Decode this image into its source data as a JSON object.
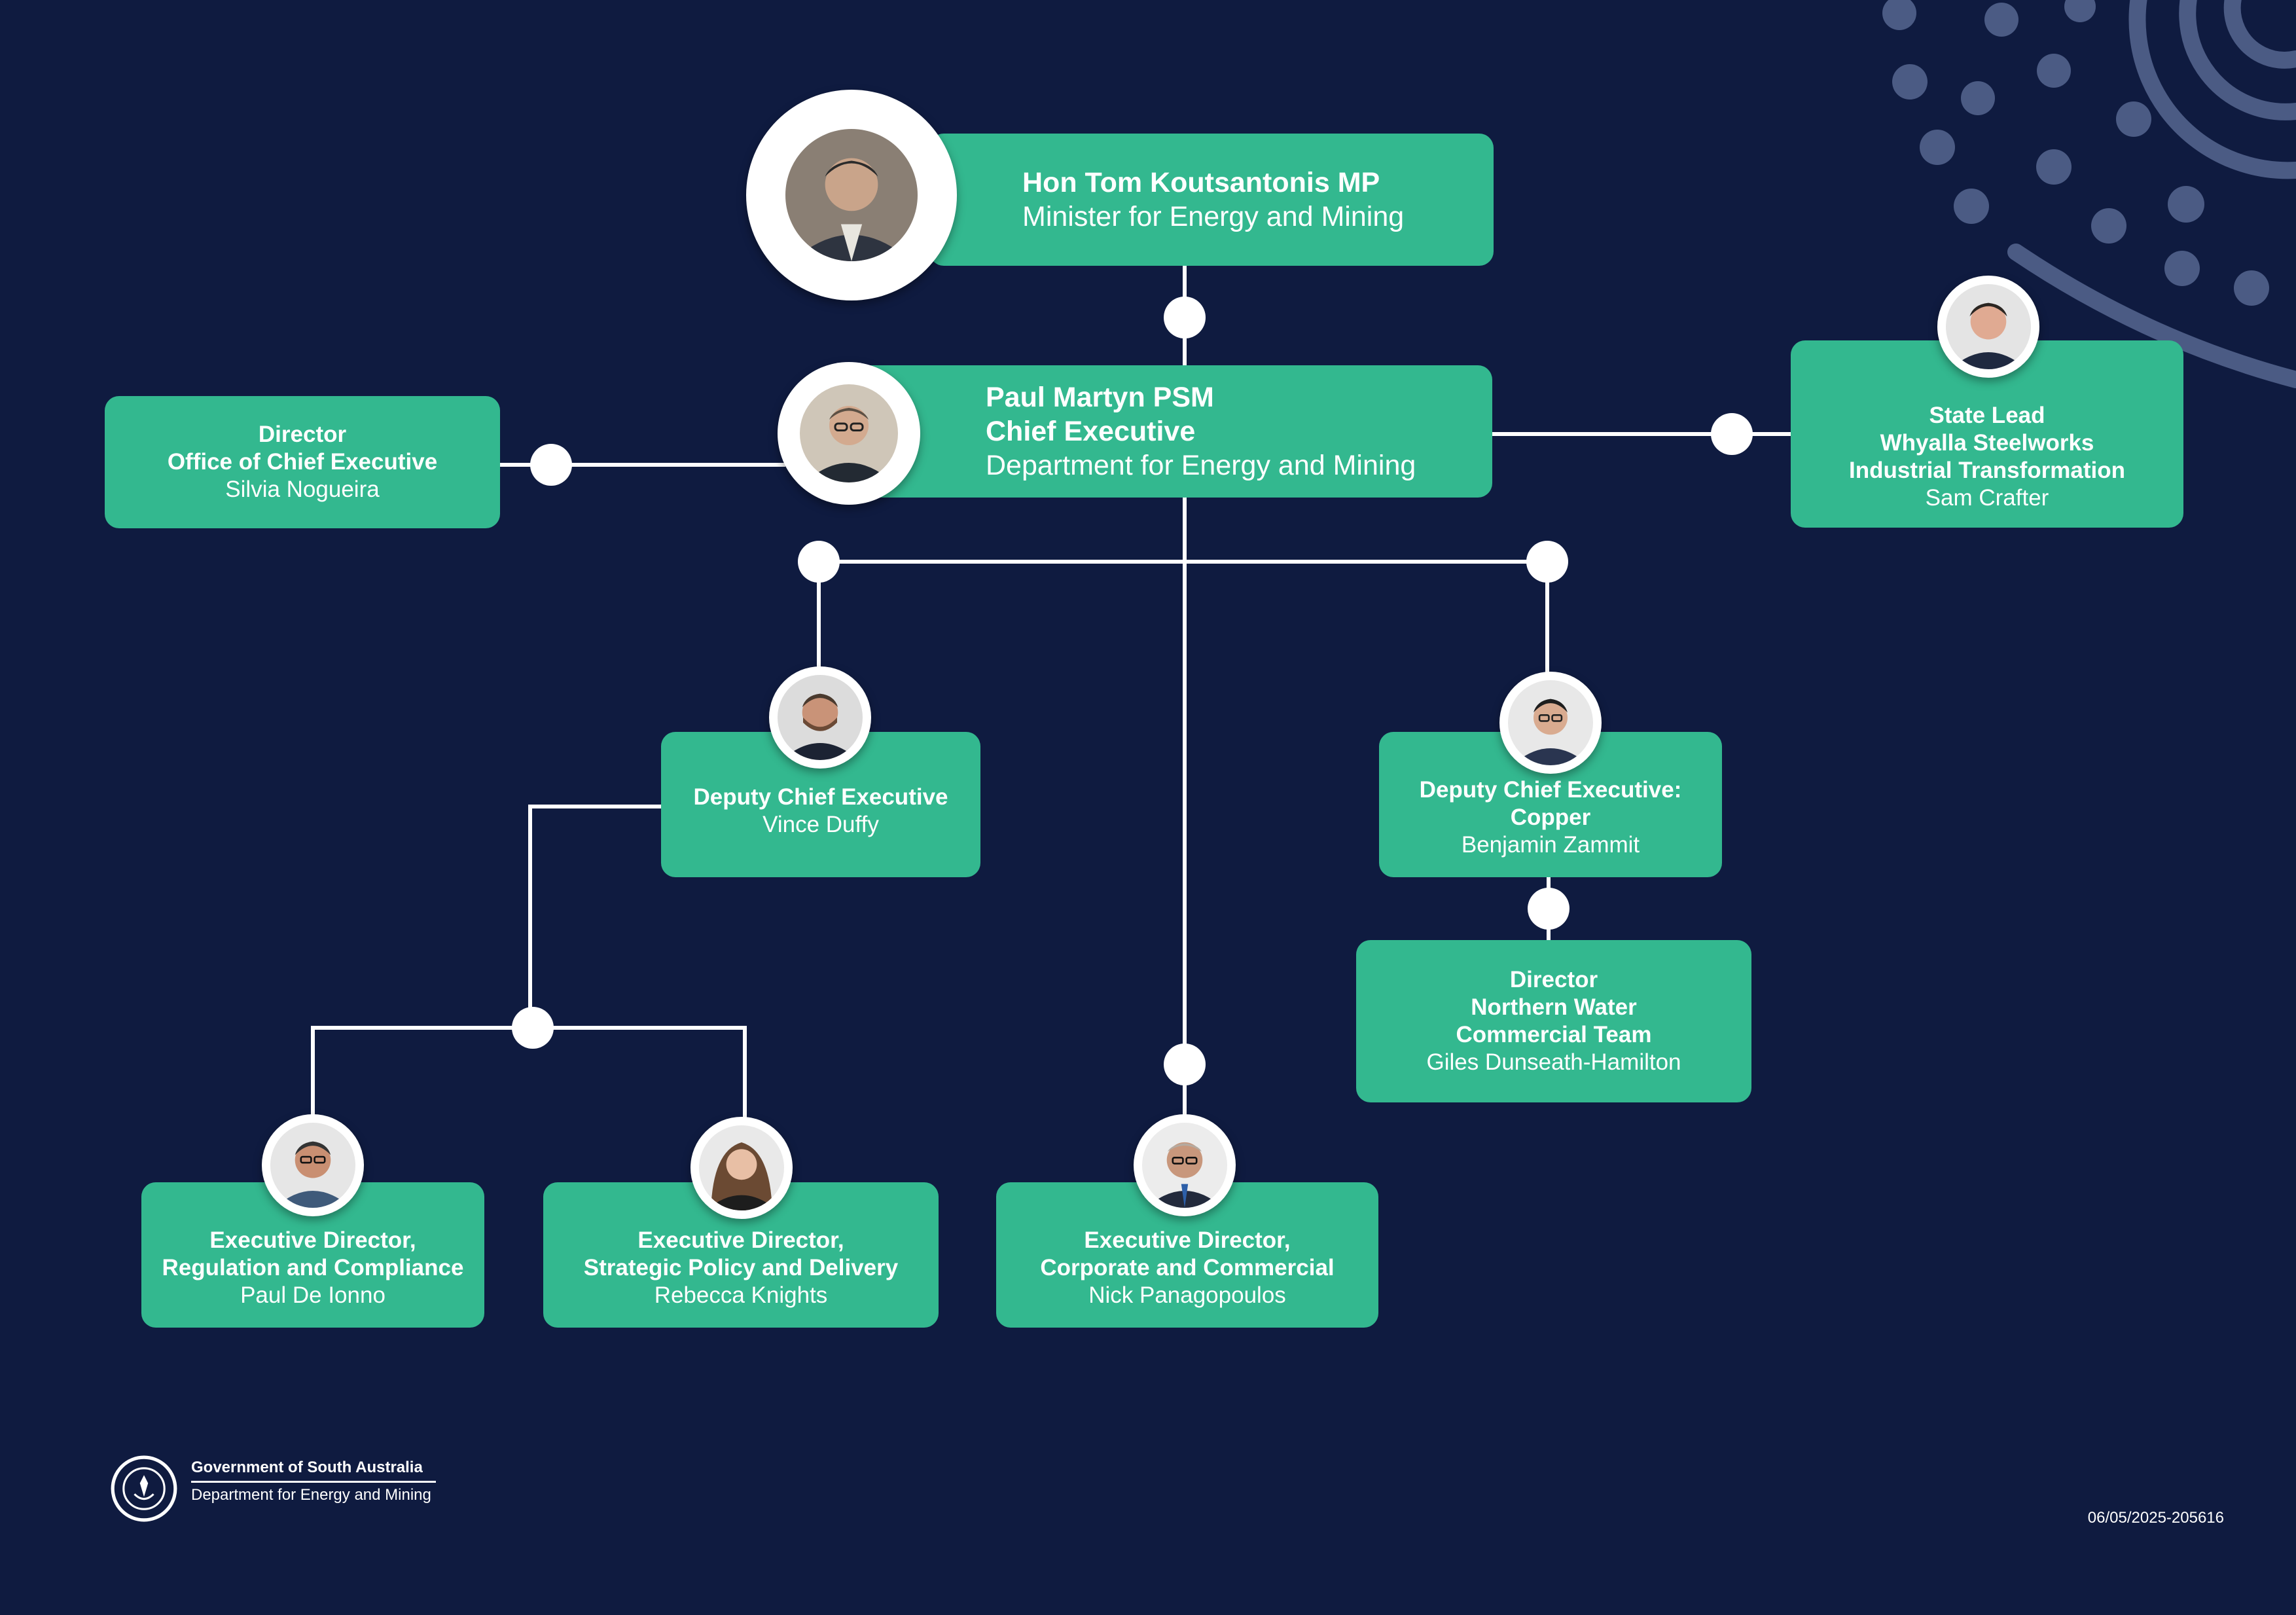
{
  "colors": {
    "background": "#0f1b40",
    "box": "#33b88f",
    "line": "#ffffff",
    "accent_deco": "#4b5b84"
  },
  "minister": {
    "name": "Hon Tom Koutsantonis MP",
    "role": "Minister for Energy and Mining"
  },
  "chief_executive": {
    "name": "Paul Martyn PSM",
    "title": "Chief Executive",
    "department": "Department for Energy and Mining"
  },
  "office_ce": {
    "title_line1": "Director",
    "title_line2": "Office of Chief Executive",
    "name": "Silvia Nogueira"
  },
  "state_lead": {
    "title_line1": "State Lead",
    "title_line2": "Whyalla Steelworks",
    "title_line3": "Industrial Transformation",
    "name": "Sam Crafter"
  },
  "dce": {
    "title": "Deputy Chief Executive",
    "name": "Vince Duffy"
  },
  "dce_copper": {
    "title_line1": "Deputy Chief Executive:",
    "title_line2": "Copper",
    "name": "Benjamin Zammit"
  },
  "northern_water": {
    "title_line1": "Director",
    "title_line2": "Northern Water",
    "title_line3": "Commercial Team",
    "name": "Giles Dunseath-Hamilton"
  },
  "ed_regulation": {
    "title_line1": "Executive Director,",
    "title_line2": "Regulation and Compliance",
    "name": "Paul De Ionno"
  },
  "ed_strategic": {
    "title_line1": "Executive Director,",
    "title_line2": "Strategic Policy and Delivery",
    "name": "Rebecca Knights"
  },
  "ed_corporate": {
    "title_line1": "Executive Director,",
    "title_line2": "Corporate and Commercial",
    "name": "Nick Panagopoulos"
  },
  "footer": {
    "gov": "Government of South Australia",
    "dept": "Department for Energy and Mining",
    "reference": "06/05/2025-205616"
  },
  "icons": [
    "person-photo-icon",
    "south-australia-seal-icon",
    "decorative-dots-arcs"
  ]
}
